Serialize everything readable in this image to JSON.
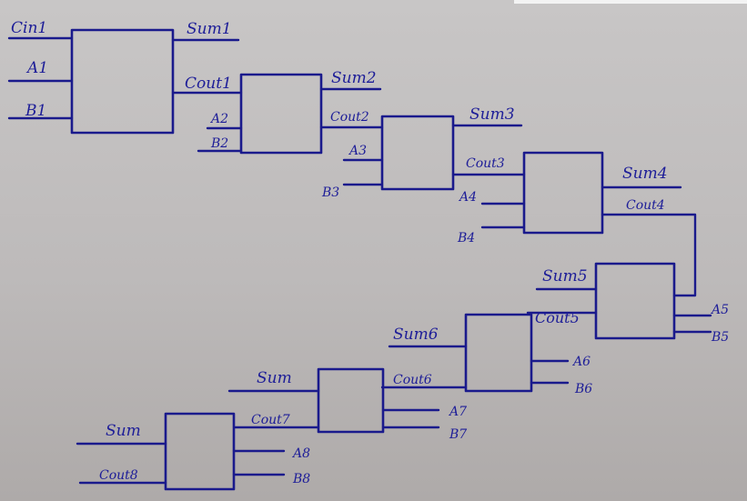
{
  "diagram": {
    "adder1": {
      "input_cin": "Cin1",
      "input_a": "A1",
      "input_b": "B1",
      "output_sum": "Sum1",
      "output_cout": "Cout1"
    },
    "adder2": {
      "input_a": "A2",
      "input_b": "B2",
      "output_sum": "Sum2",
      "output_cout": "Cout2"
    },
    "adder3": {
      "input_a": "A3",
      "input_b": "B3",
      "output_sum": "Sum3",
      "output_cout": "Cout3"
    },
    "adder4": {
      "input_a": "A4",
      "input_b": "B4",
      "output_sum": "Sum4",
      "output_cout": "Cout4"
    },
    "adder5": {
      "input_a": "A5",
      "input_b": "B5",
      "output_sum": "Sum5",
      "output_cout": "Cout5"
    },
    "adder6": {
      "input_a": "A6",
      "input_b": "B6",
      "output_sum": "Sum6",
      "output_cout": "Cout6"
    },
    "adder7": {
      "input_a": "A7",
      "input_b": "B7",
      "output_sum": "Sum",
      "output_cout": "Cout7"
    },
    "adder8": {
      "input_a": "A8",
      "input_b": "B8",
      "output_sum": "Sum",
      "output_cout": "Cout8"
    }
  },
  "colors": {
    "ink": "#1a1a8c",
    "paper": "#c4c1c1"
  }
}
